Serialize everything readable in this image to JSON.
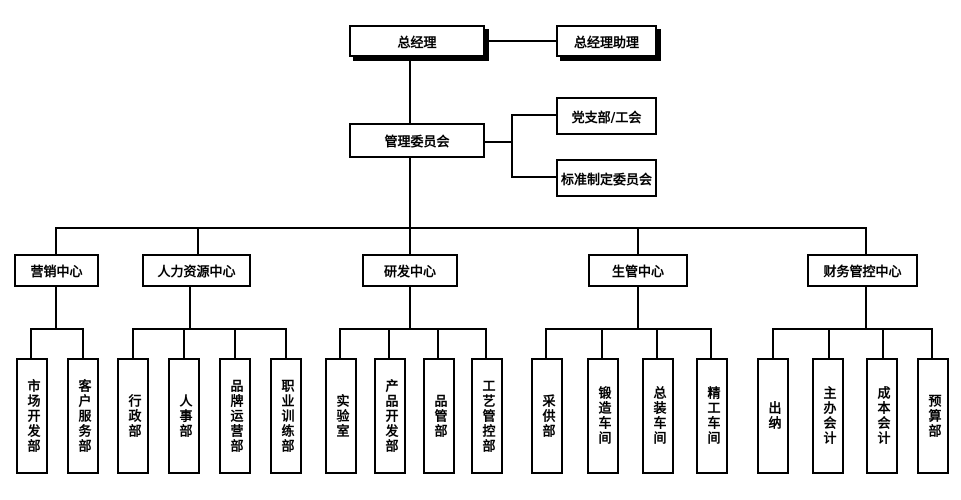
{
  "top": {
    "gm": "总经理",
    "assistant": "总经理助理",
    "committee": "管理委员会",
    "party": "党支部/工会",
    "standards": "标准制定委员会"
  },
  "centers": [
    {
      "name": "营销中心",
      "depts": [
        "市场开发部",
        "客户服务部"
      ]
    },
    {
      "name": "人力资源中心",
      "depts": [
        "行政部",
        "人事部",
        "品牌运营部",
        "职业训练部"
      ]
    },
    {
      "name": "研发中心",
      "depts": [
        "实验室",
        "产品开发部",
        "品管部",
        "工艺管控部"
      ]
    },
    {
      "name": "生管中心",
      "depts": [
        "采供部",
        "锻造车间",
        "总装车间",
        "精工车间"
      ]
    },
    {
      "name": "财务管控中心",
      "depts": [
        "出纳",
        "主办会计",
        "成本会计",
        "预算部"
      ]
    }
  ]
}
